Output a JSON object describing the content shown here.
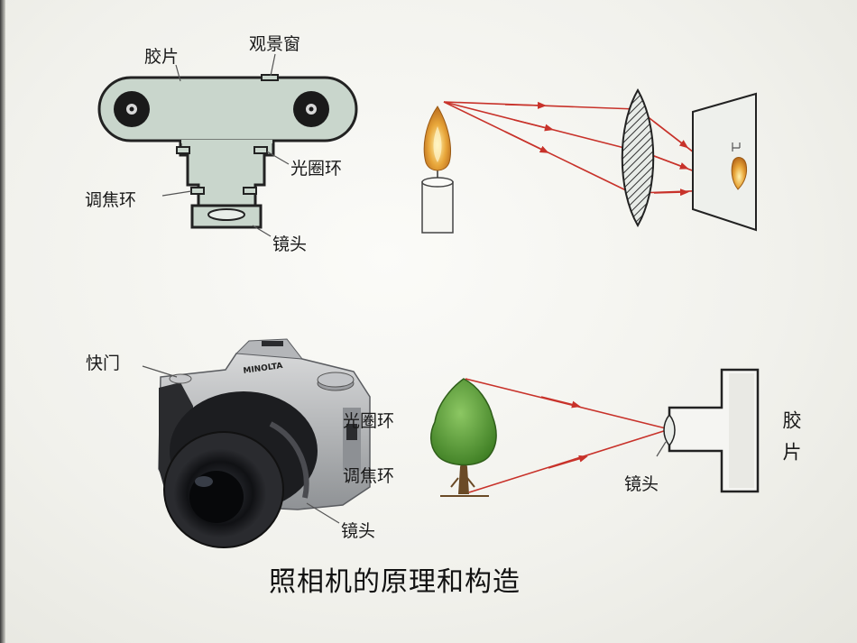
{
  "title": "照相机的原理和构造",
  "top_left": {
    "film": "胶片",
    "viewfinder": "观景窗",
    "aperture_ring": "光圈环",
    "focus_ring": "调焦环",
    "lens": "镜头"
  },
  "bottom_left": {
    "shutter": "快门",
    "aperture_ring": "光圈环",
    "focus_ring": "调焦环",
    "lens": "镜头",
    "camera_brand": "MINOLTA"
  },
  "bottom_right": {
    "lens": "镜头",
    "film": "胶片"
  },
  "colors": {
    "ray": "#c8322a",
    "body": "#c9d6cc",
    "outline": "#222222",
    "leaf": "#5aa033",
    "trunk": "#6a4a26"
  }
}
